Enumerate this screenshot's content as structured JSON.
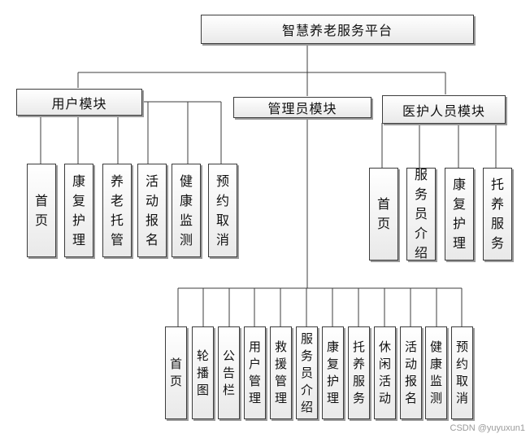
{
  "root": {
    "label": "智慧养老服务平台"
  },
  "branches": {
    "user": {
      "label": "用户模块",
      "children": [
        "首页",
        "康复护理",
        "养老托管",
        "活动报名",
        "健康监测",
        "预约取消"
      ]
    },
    "admin": {
      "label": "管理员模块",
      "children": [
        "首页",
        "轮播图",
        "公告栏",
        "用户管理",
        "救援管理",
        "服务员介绍",
        "康复护理",
        "托养服务",
        "休闲活动",
        "活动报名",
        "健康监测",
        "预约取消"
      ]
    },
    "medical": {
      "label": "医护人员模块",
      "children": [
        "首页",
        "服务员介绍",
        "康复护理",
        "托养服务"
      ]
    }
  },
  "watermark": "CSDN @yuyuxun1"
}
